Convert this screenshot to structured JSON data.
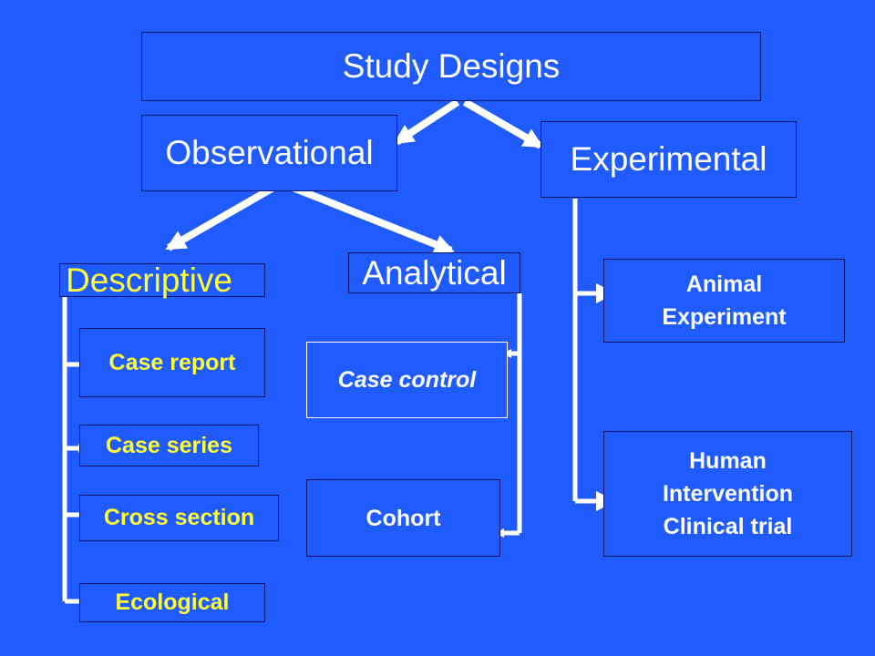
{
  "diagram": {
    "title": "Study Designs",
    "observational": "Observational",
    "experimental": "Experimental",
    "descriptive": "Descriptive",
    "analytical": "Analytical",
    "descriptive_items": [
      "Case report",
      "Case series",
      "Cross section",
      "Ecological"
    ],
    "analytical_items": [
      "Case control",
      "Cohort"
    ],
    "experimental_items": [
      [
        "Animal",
        "Experiment"
      ],
      [
        "Human",
        "Intervention",
        "Clinical trial"
      ]
    ]
  },
  "colors": {
    "background": "#1f5bff",
    "box_border": "#0a1466",
    "text_white": "#ffffff",
    "text_yellow": "#ffff33",
    "arrow": "#ffffff"
  }
}
